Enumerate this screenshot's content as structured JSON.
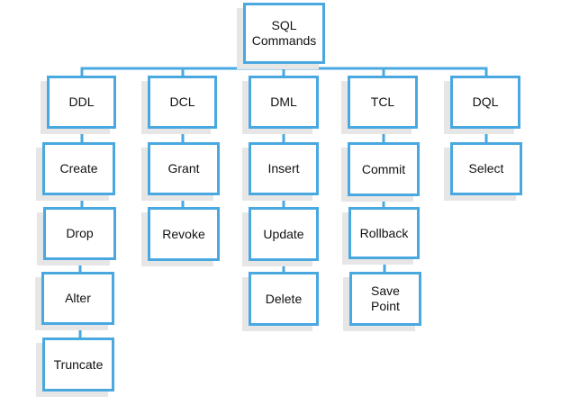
{
  "colors": {
    "connector": "#4aa8e0",
    "border": "#4aa8e0",
    "shadow": "#e6e6e6",
    "text": "#111111"
  },
  "root": {
    "label": [
      "SQL",
      "Commands"
    ]
  },
  "categories": [
    {
      "id": "ddl",
      "label": "DDL",
      "items": [
        "Create",
        "Drop",
        "Alter",
        "Truncate"
      ]
    },
    {
      "id": "dcl",
      "label": "DCL",
      "items": [
        "Grant",
        "Revoke"
      ]
    },
    {
      "id": "dml",
      "label": "DML",
      "items": [
        "Insert",
        "Update",
        "Delete"
      ]
    },
    {
      "id": "tcl",
      "label": "TCL",
      "items": [
        "Commit",
        "Rollback",
        "Save\nPoint"
      ]
    },
    {
      "id": "dql",
      "label": "DQL",
      "items": [
        "Select"
      ]
    }
  ]
}
